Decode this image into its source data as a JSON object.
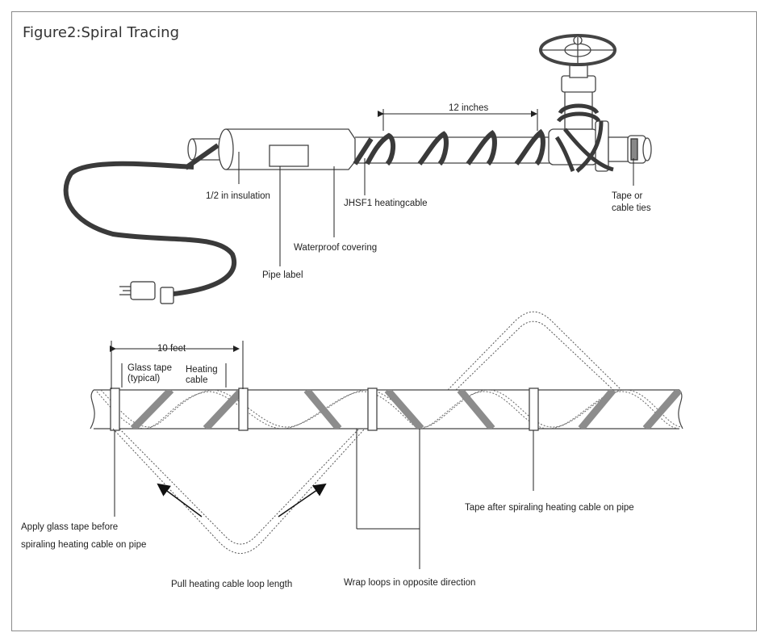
{
  "title": "Figure2:Spiral Tracing",
  "top_figure": {
    "labels": {
      "dimension": "12 inches",
      "insulation": "1/2 in insulation",
      "heating_cable": "JHSF1 heatingcable",
      "tape_line1": "Tape or",
      "tape_line2": "cable ties",
      "waterproof": "Waterproof covering",
      "pipe_label": "Pipe label"
    }
  },
  "bottom_figure": {
    "labels": {
      "dimension": "10 feet",
      "glass_tape_line1": "Glass tape",
      "glass_tape_line2": "(typical)",
      "heating_cable_line1": "Heating",
      "heating_cable_line2": "cable",
      "apply_line1": "Apply glass tape before",
      "apply_line2": "spiraling heating cable on pipe",
      "pull_loop": "Pull heating cable  loop length",
      "wrap_loops": "Wrap loops in opposite direction",
      "tape_after": "Tape after spiraling  heating cable on pipe"
    }
  },
  "colors": {
    "cable_dark": "#3a3a3a",
    "cable_gray": "#8c8c8c",
    "outline": "#444444",
    "frame": "#8a8a8a"
  }
}
